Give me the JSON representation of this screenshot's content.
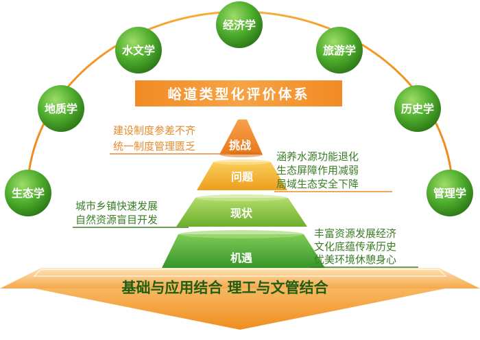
{
  "title": "峪道类型化评价体系",
  "disciplines": [
    "生态学",
    "地质学",
    "水文学",
    "经济学",
    "旅游学",
    "历史学",
    "管理学"
  ],
  "tiers": [
    {
      "label": "挑战",
      "color": "#f08a1e"
    },
    {
      "label": "问题",
      "color": "#f2b62a"
    },
    {
      "label": "现状",
      "color": "#8dc63f"
    },
    {
      "label": "机遇",
      "color": "#4aa536"
    }
  ],
  "notes": {
    "challenge": [
      "建设制度参差不齐",
      "统一制度管理匮乏"
    ],
    "problem": [
      "涵养水源功能退化",
      "生态屏障作用减弱",
      "局域生态安全下降"
    ],
    "status": [
      "城市乡镇快速发展",
      "自然资源盲目开发"
    ],
    "opportunity": [
      "丰富资源发展经济",
      "文化底蕴传承历史",
      "优美环境休憩身心"
    ]
  },
  "base_text": "基础与应用结合  理工与文管结合",
  "colors": {
    "green": "#4fae2e",
    "orange": "#f5a33c",
    "note_orange": "#e8892b",
    "note_green": "#3a7d25"
  }
}
